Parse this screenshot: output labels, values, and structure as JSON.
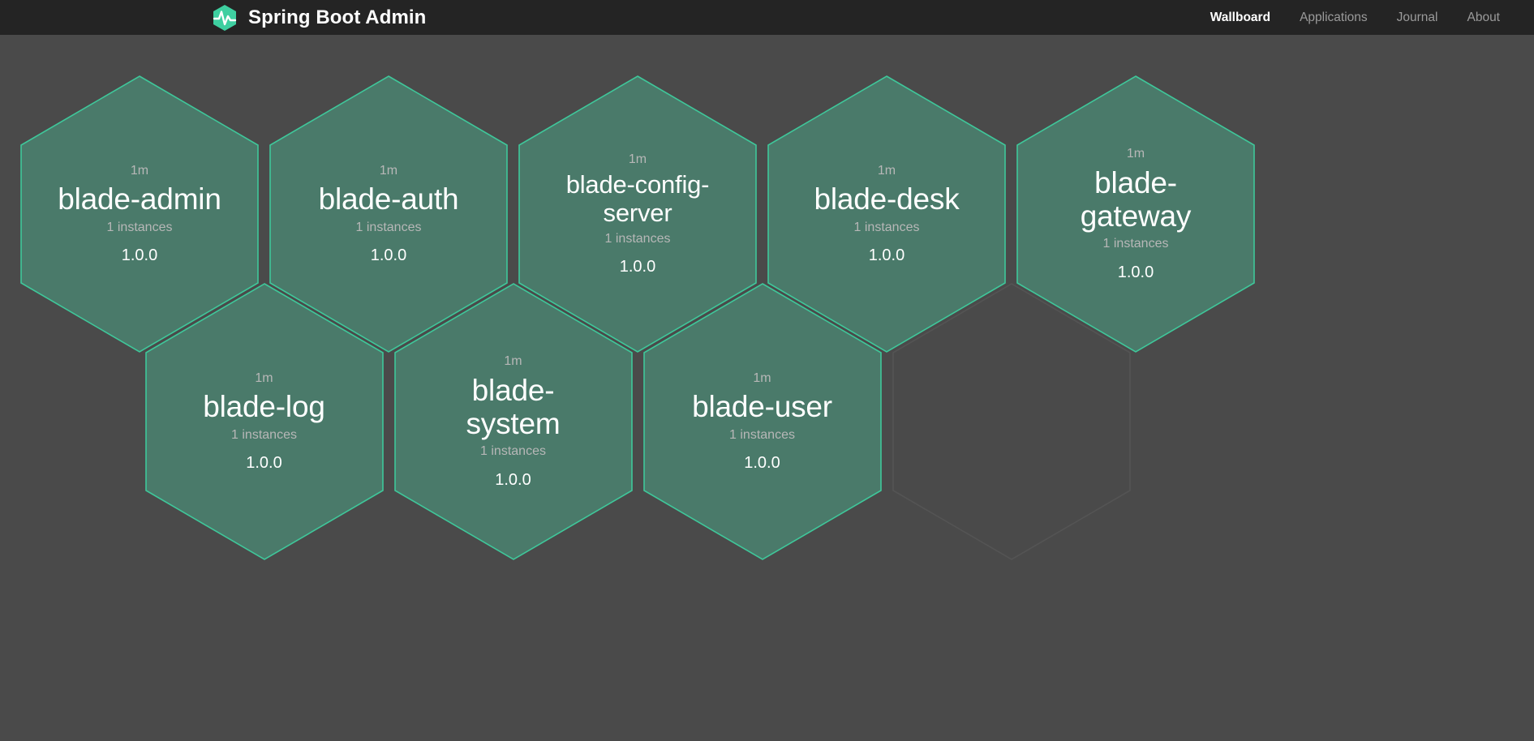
{
  "theme": {
    "navbar_bg": "#242424",
    "page_bg": "#4a4a4a",
    "hex_fill": "#4a7a6a",
    "hex_stroke": "#3fc79a",
    "empty_hex_stroke": "#545454",
    "brand_green": "#3ecfa0",
    "text_primary": "#ffffff",
    "text_muted": "#b7b7b7",
    "nav_inactive": "#9a9a9a"
  },
  "navbar": {
    "logo_icon": "hexagon-heartbeat-icon",
    "brand_title": "Spring Boot Admin",
    "links": [
      {
        "label": "Wallboard",
        "active": true
      },
      {
        "label": "Applications",
        "active": false
      },
      {
        "label": "Journal",
        "active": false
      },
      {
        "label": "About",
        "active": false
      }
    ]
  },
  "wallboard": {
    "applications": [
      {
        "status": "1m",
        "name": "blade-admin",
        "instances": "1 instances",
        "version": "1.0.0",
        "long_name": false
      },
      {
        "status": "1m",
        "name": "blade-auth",
        "instances": "1 instances",
        "version": "1.0.0",
        "long_name": false
      },
      {
        "status": "1m",
        "name": "blade-config-server",
        "instances": "1 instances",
        "version": "1.0.0",
        "long_name": true
      },
      {
        "status": "1m",
        "name": "blade-desk",
        "instances": "1 instances",
        "version": "1.0.0",
        "long_name": false
      },
      {
        "status": "1m",
        "name": "blade-gateway",
        "instances": "1 instances",
        "version": "1.0.0",
        "long_name": false
      },
      {
        "status": "1m",
        "name": "blade-log",
        "instances": "1 instances",
        "version": "1.0.0",
        "long_name": false
      },
      {
        "status": "1m",
        "name": "blade-system",
        "instances": "1 instances",
        "version": "1.0.0",
        "long_name": false
      },
      {
        "status": "1m",
        "name": "blade-user",
        "instances": "1 instances",
        "version": "1.0.0",
        "long_name": false
      }
    ],
    "placeholder_count": 1
  }
}
